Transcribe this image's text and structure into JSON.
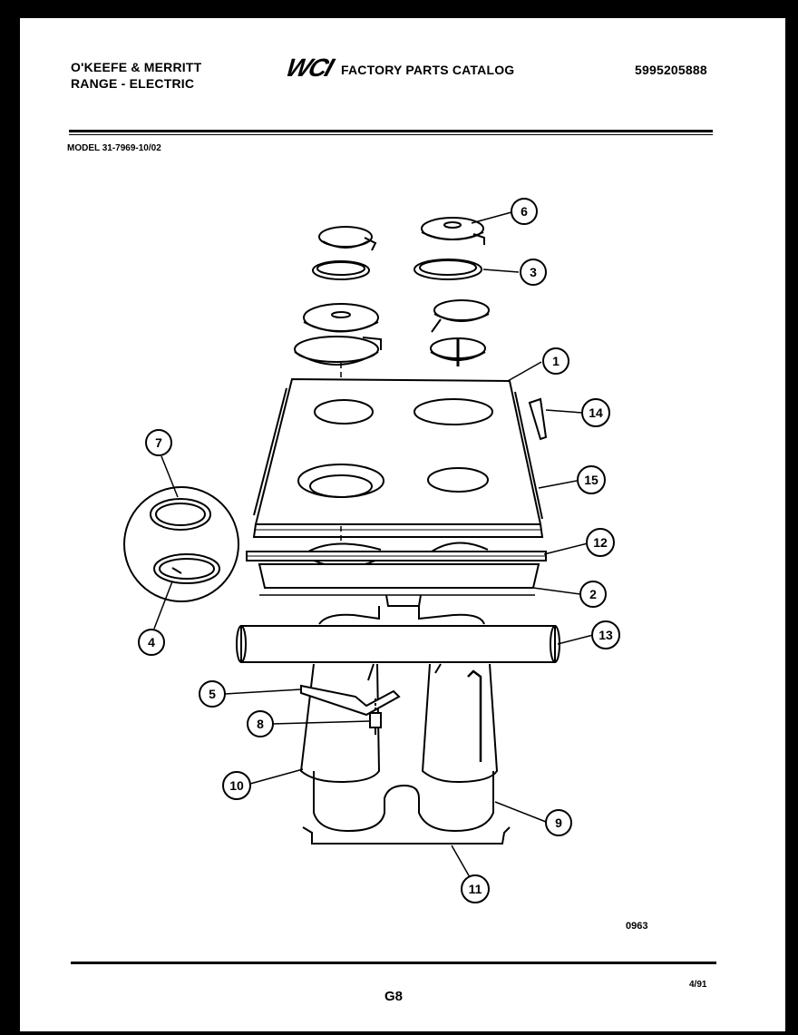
{
  "header": {
    "brand_line1": "O'KEEFE & MERRITT",
    "brand_line2": "RANGE - ELECTRIC",
    "logo_text": "WCI",
    "catalog_title": "FACTORY PARTS CATALOG",
    "catalog_number": "5995205888"
  },
  "model": "MODEL 31-7969-10/02",
  "callouts": [
    "1",
    "2",
    "3",
    "4",
    "5",
    "6",
    "7",
    "8",
    "9",
    "10",
    "11",
    "12",
    "13",
    "14",
    "15"
  ],
  "figure_number": "0963",
  "page_number": "G8",
  "date": "4/91"
}
